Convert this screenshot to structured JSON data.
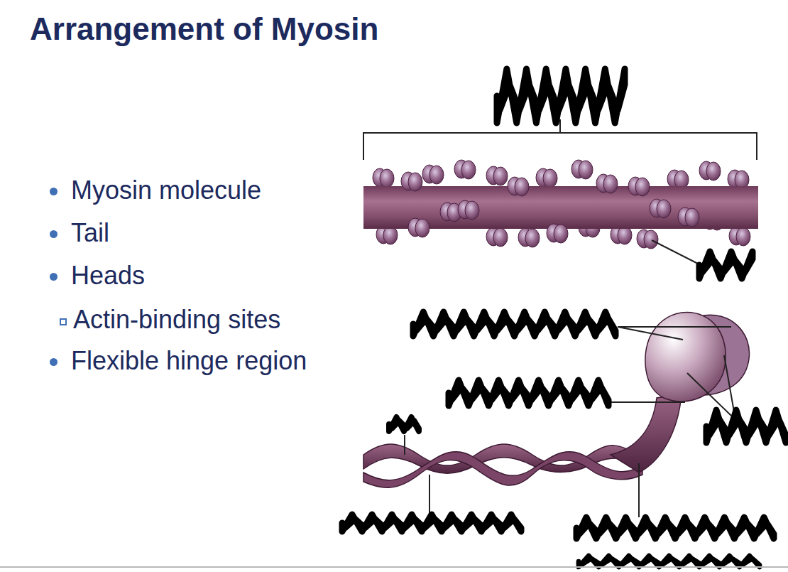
{
  "diagram": {
    "title": "Arrangement of Myosin",
    "labels": [
      "Myosin molecule",
      "Tail",
      "Heads",
      "Actin-binding sites",
      "Flexible hinge region"
    ]
  }
}
